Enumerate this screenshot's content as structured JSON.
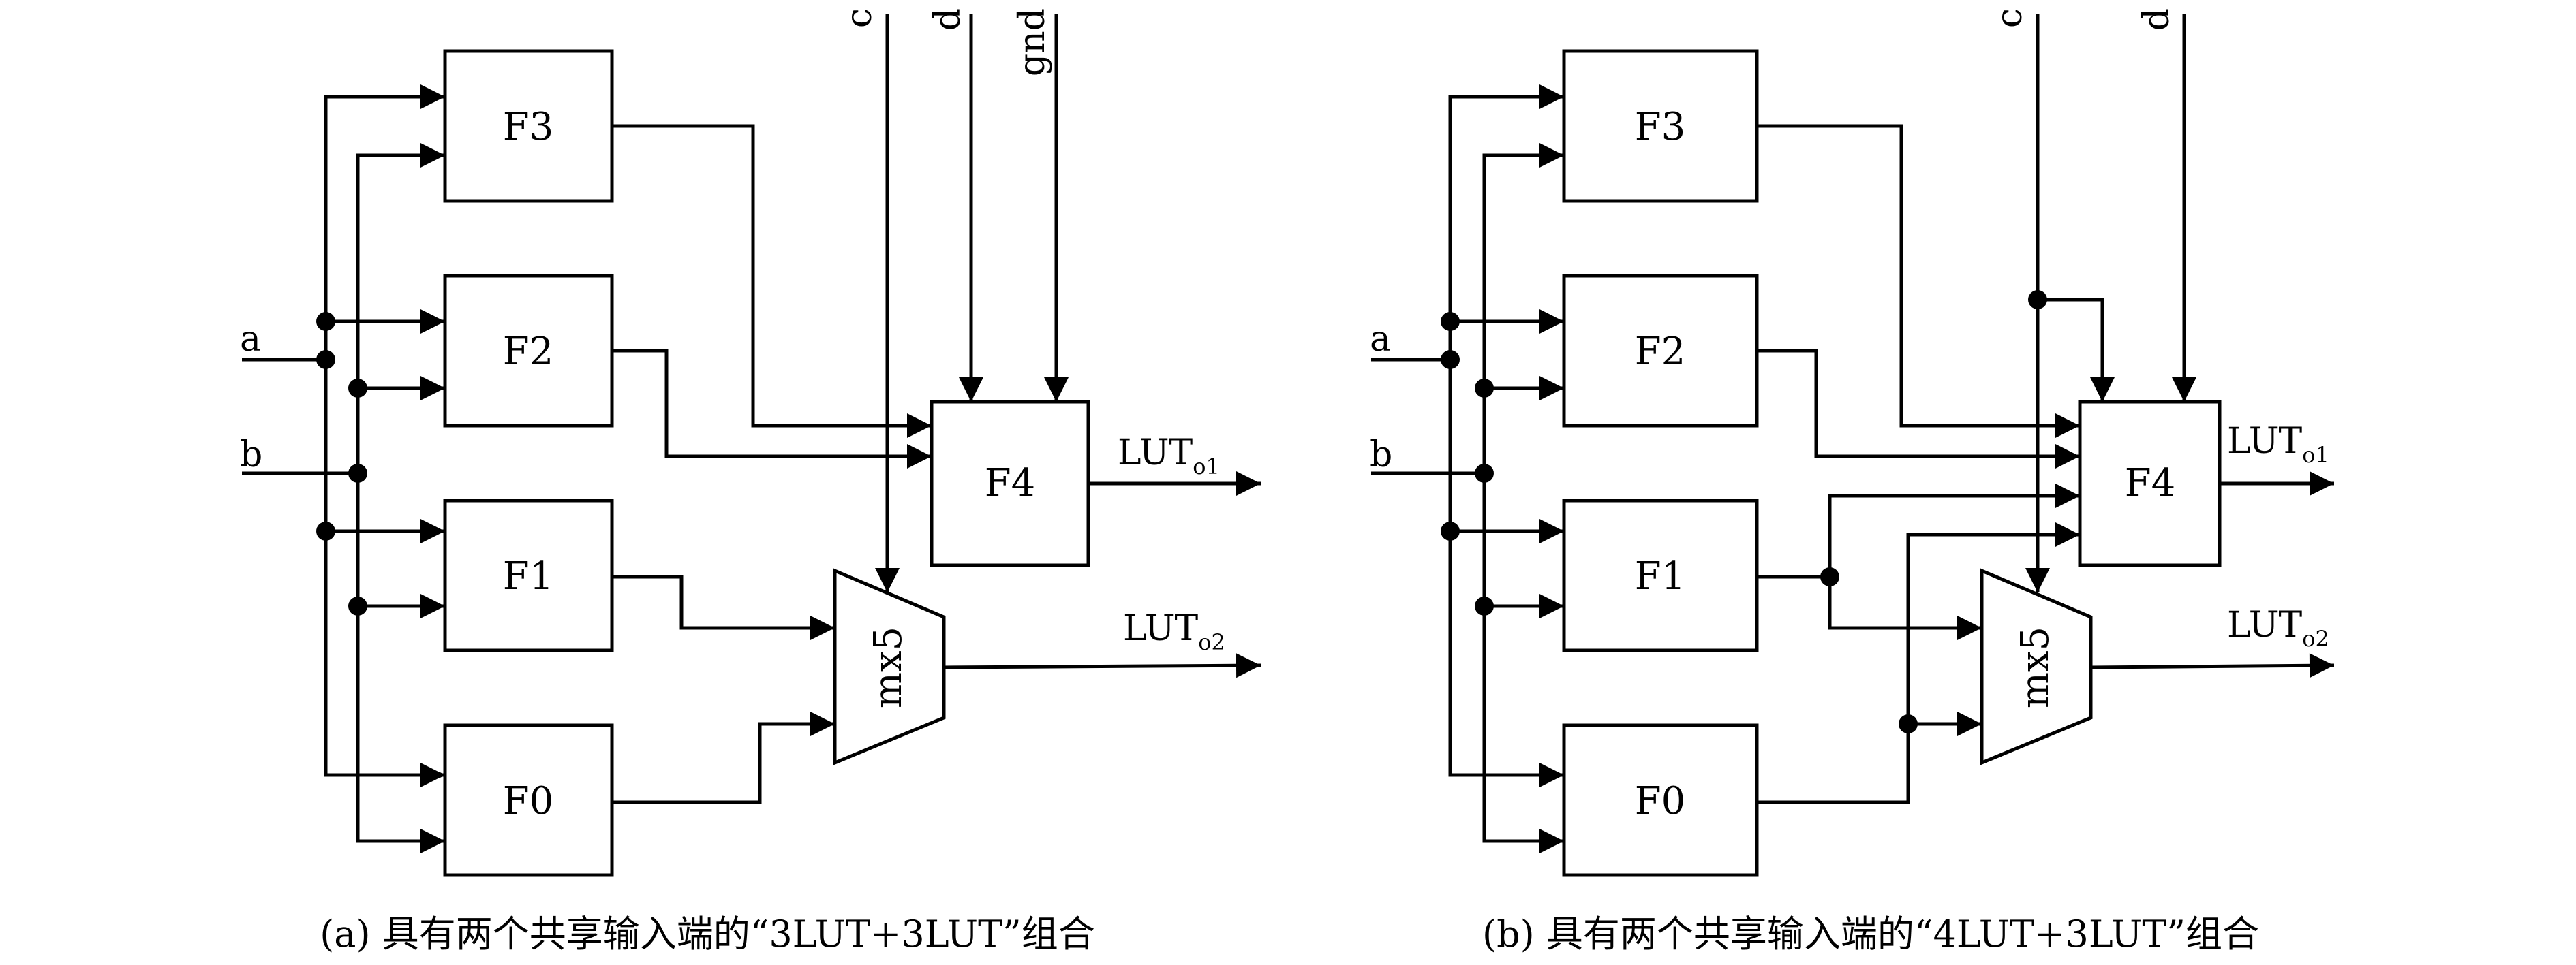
{
  "diagram_a": {
    "caption": "(a) 具有两个共享输入端的“3LUT+3LUT”组合",
    "blocks": {
      "f3": "F3",
      "f2": "F2",
      "f1": "F1",
      "f0": "F0",
      "f4": "F4",
      "mux": "mx5"
    },
    "inputs": {
      "a": "a",
      "b": "b",
      "c": "c",
      "d": "d",
      "gnd": "gnd"
    },
    "outputs": {
      "o1": {
        "main": "LUT",
        "sub": "o1"
      },
      "o2": {
        "main": "LUT",
        "sub": "o2"
      }
    }
  },
  "diagram_b": {
    "caption": "(b) 具有两个共享输入端的“4LUT+3LUT”组合",
    "blocks": {
      "f3": "F3",
      "f2": "F2",
      "f1": "F1",
      "f0": "F0",
      "f4": "F4",
      "mux": "mx5"
    },
    "inputs": {
      "a": "a",
      "b": "b",
      "c": "c",
      "d": "d"
    },
    "outputs": {
      "o1": {
        "main": "LUT",
        "sub": "o1"
      },
      "o2": {
        "main": "LUT",
        "sub": "o2"
      }
    }
  }
}
